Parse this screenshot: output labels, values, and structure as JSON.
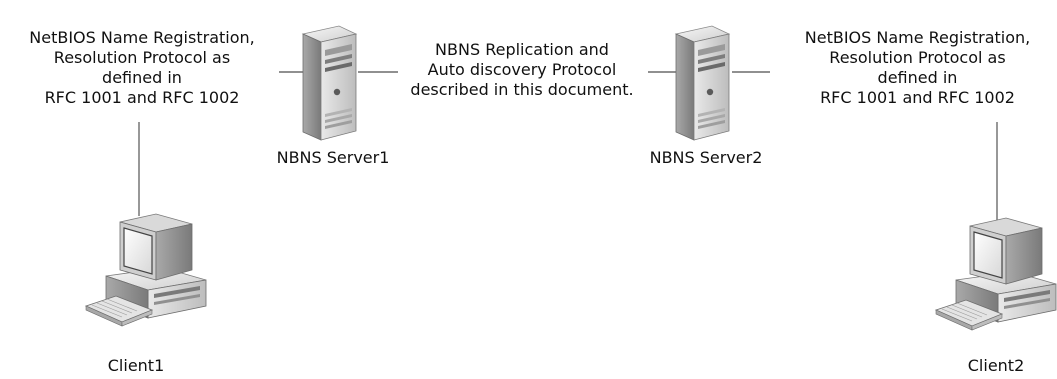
{
  "left_protocol_label": {
    "lines": [
      "NetBIOS Name Registration,",
      "Resolution Protocol as",
      "defined in",
      "RFC 1001 and RFC 1002"
    ]
  },
  "center_protocol_label": {
    "lines": [
      "NBNS Replication and",
      "Auto discovery Protocol",
      "described in this document."
    ]
  },
  "right_protocol_label": {
    "lines": [
      "NetBIOS Name Registration,",
      "Resolution Protocol as",
      "defined in",
      "RFC 1001 and RFC 1002"
    ]
  },
  "nodes": {
    "server1": {
      "label": "NBNS Server1",
      "icon": "server-tower-icon"
    },
    "server2": {
      "label": "NBNS Server2",
      "icon": "server-tower-icon"
    },
    "client1": {
      "label": "Client1",
      "icon": "desktop-computer-icon"
    },
    "client2": {
      "label": "Client2",
      "icon": "desktop-computer-icon"
    }
  },
  "colors": {
    "line": "#6b6b6b",
    "device_light": "#f2f2f2",
    "device_mid": "#c9c9c9",
    "device_dark": "#5a5a5a"
  }
}
